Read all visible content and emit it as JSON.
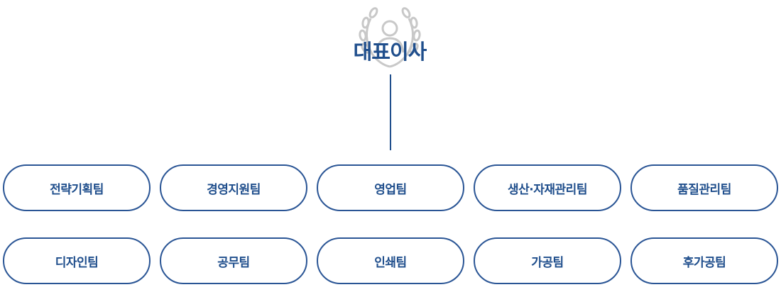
{
  "ceo": {
    "title": "대표이사",
    "icon": "laurel-person-icon"
  },
  "teams_row1": [
    "전략기획팀",
    "경영지원팀",
    "영업팀",
    "생산·자재관리팀",
    "품질관리팀"
  ],
  "teams_row2": [
    "디자인팀",
    "공무팀",
    "인쇄팀",
    "가공팀",
    "후가공팀"
  ],
  "colors": {
    "primary": "#1f4e8c",
    "icon_gray": "#c8c8c8"
  }
}
